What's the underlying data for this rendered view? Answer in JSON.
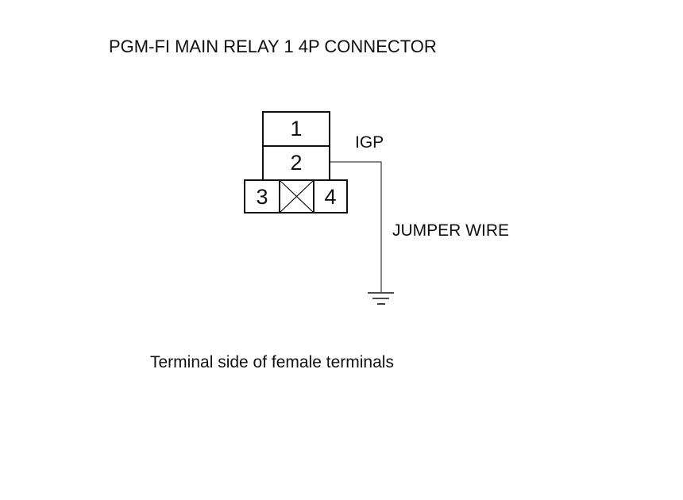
{
  "title": "PGM-FI MAIN RELAY 1 4P CONNECTOR",
  "connector": {
    "terminals": [
      {
        "number": "1"
      },
      {
        "number": "2"
      },
      {
        "number": "3"
      },
      {
        "number": "4"
      }
    ],
    "blocked_position": true
  },
  "wire": {
    "signal_label": "IGP",
    "wire_label": "JUMPER WIRE",
    "end": "ground"
  },
  "caption": "Terminal side of female terminals",
  "colors": {
    "line": "#111111",
    "background": "#ffffff"
  },
  "icons": {
    "ground": "ground-symbol-icon"
  }
}
